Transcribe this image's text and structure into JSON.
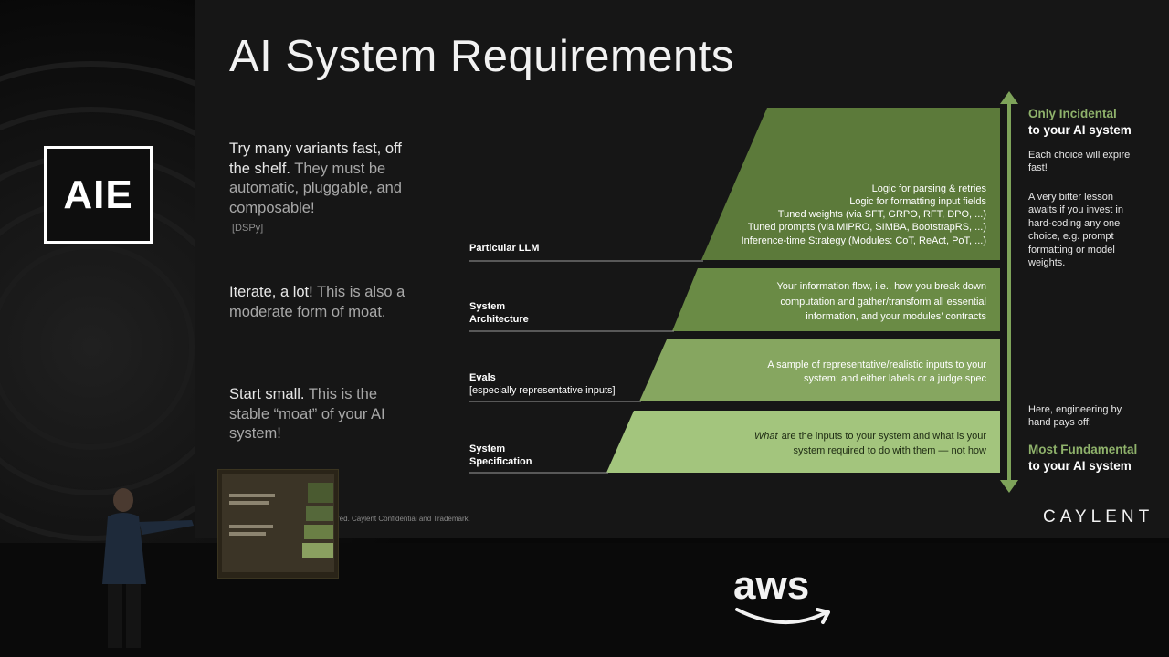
{
  "slide": {
    "title": "AI System Requirements",
    "logo": "AIE",
    "left_points": [
      {
        "strong": "Try many variants fast, off the shelf.",
        "rest": " They must be automatic, pluggable, and composable!",
        "source": "[DSPy]"
      },
      {
        "strong": "Iterate, a lot!",
        "rest": " This is also a moderate form of moat."
      },
      {
        "strong": "Start small.",
        "rest": " This is the stable “moat” of your AI system!"
      }
    ],
    "tiers": [
      {
        "label": [
          "Particular LLM"
        ],
        "text": [
          "Logic for parsing & retries",
          "Logic for formatting input fields",
          "Tuned weights (via SFT, GRPO, RFT, DPO, ...)",
          "Tuned prompts (via MIPRO, SIMBA, BootstrapRS, ...)",
          "Inference-time Strategy (Modules: CoT, ReAct, PoT, ...)"
        ],
        "color": "#5c7a3a"
      },
      {
        "label": [
          "System",
          "Architecture"
        ],
        "text": [
          "Your information flow, i.e., how you break down",
          "computation and gather/transform all essential",
          "information, and your modules’ contracts"
        ],
        "color": "#6a8b45"
      },
      {
        "label": [
          "Evals",
          "[especially representative inputs]"
        ],
        "text": [
          "A sample of representative/realistic inputs to your",
          "system; and either labels or a judge spec"
        ],
        "color": "#86a660"
      },
      {
        "label": [
          "System",
          "Specification"
        ],
        "text_italic": "What",
        "text": [
          "are the inputs to your system and what is your",
          "system required to do with them — not how"
        ],
        "color": "#a3c57d"
      }
    ],
    "right_top": {
      "line1": "Only Incidental",
      "line2": "to your AI system"
    },
    "right_notes": [
      "Each choice will expire fast!",
      "A very bitter lesson awaits if you invest in hard-coding any one choice, e.g. prompt formatting or model weights.",
      "Here, engineering by hand pays off!"
    ],
    "right_bottom": {
      "line1": "Most Fundamental",
      "line2": "to your AI system"
    },
    "brand": "CAYLENT",
    "confidential": "red. Caylent Confidential and Trademark."
  },
  "event": {
    "sponsor": "aws"
  },
  "colors": {
    "accent_green": "#8fb26b",
    "slide_bg": "#161616"
  }
}
